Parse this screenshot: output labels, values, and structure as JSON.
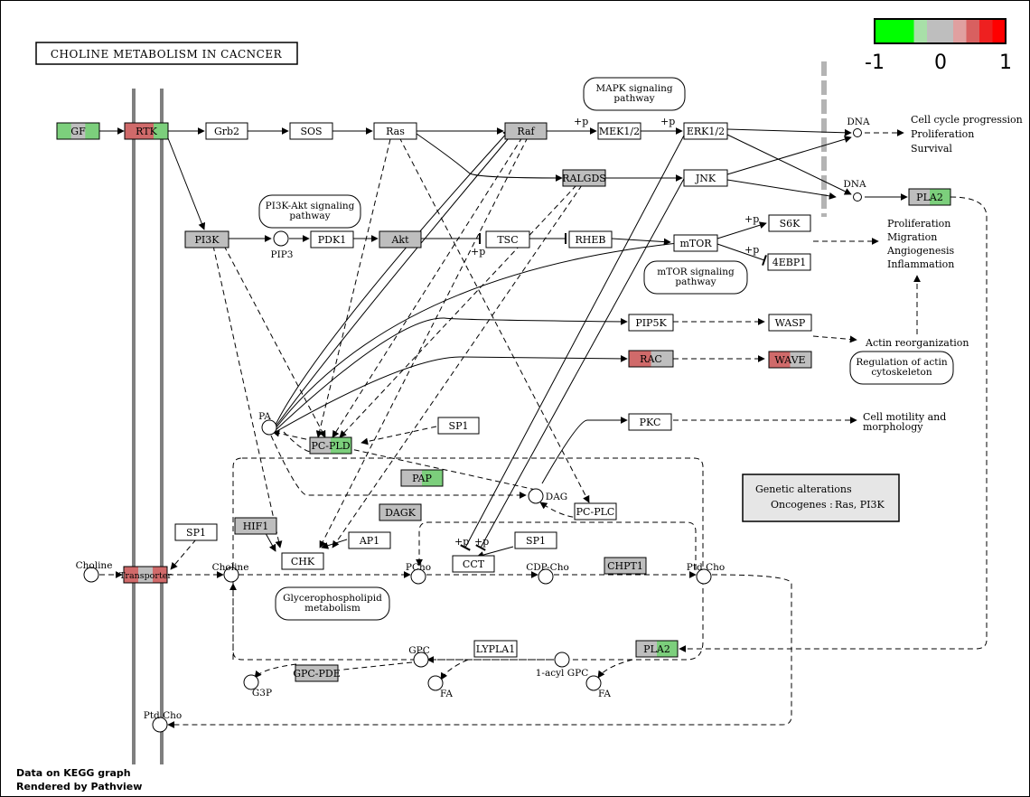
{
  "title": "CHOLINE METABOLISM IN CACNCER",
  "legend": {
    "labels": [
      "-1",
      "0",
      "1"
    ],
    "colors": [
      "#00ff00",
      "#00ff00",
      "#00ff00",
      "#a8e0a8",
      "#bebebe",
      "#bebebe",
      "#e0a0a0",
      "#d86060",
      "#ee2020",
      "#ff0000"
    ]
  },
  "colors": {
    "gray": "#bebebe",
    "green": "#7ccf7c",
    "red": "#d06a6a",
    "border": "#000000",
    "membrane": "#7f7f7f",
    "divider": "#b4b4b4"
  },
  "genes": {
    "gf": "GF",
    "rtk": "RTK",
    "grb2": "Grb2",
    "sos": "SOS",
    "ras": "Ras",
    "raf": "Raf",
    "mek": "MEK1/2",
    "erk": "ERK1/2",
    "ralgds": "RALGDS",
    "jnk": "JNK",
    "pla2_top": "PLA2",
    "pi3k": "PI3K",
    "pdk1": "PDK1",
    "akt": "Akt",
    "tsc": "TSC",
    "rheb": "RHEB",
    "mtor": "mTOR",
    "s6k": "S6K",
    "ebp1": "4EBP1",
    "pip5k": "PIP5K",
    "wasp": "WASP",
    "rac": "RAC",
    "wave": "WAVE",
    "sp1_a": "SP1",
    "pcpld": "PC-PLD",
    "pkc": "PKC",
    "pap": "PAP",
    "dagk": "DAGK",
    "pcplc": "PC-PLC",
    "sp1_b": "SP1",
    "hif1": "HIF1",
    "ap1": "AP1",
    "chk": "CHK",
    "sp1_c": "SP1",
    "cct": "CCT",
    "chpt1": "CHPT1",
    "transporter": "Transporter",
    "lypla1": "LYPLA1",
    "pla2_bottom": "PLA2",
    "gpcpde": "GPC-PDE"
  },
  "compounds": {
    "pip3": "PIP3",
    "dna1": "DNA",
    "dna2": "DNA",
    "pa": "PA",
    "dag": "DAG",
    "choline_out": "Choline",
    "choline_in": "Choline",
    "pcho": "PCho",
    "cdpcho": "CDP-Cho",
    "ptdcho": "Ptd Cho",
    "gpc": "GPC",
    "acylgpc": "1-acyl GPC",
    "g3p": "G3P",
    "fa1": "FA",
    "fa2": "FA",
    "ptdcho2": "Ptd Cho"
  },
  "pathways": {
    "mapk": [
      "MAPK signaling",
      "pathway"
    ],
    "pi3k": [
      "PI3K-Akt signaling",
      "pathway"
    ],
    "mtor": [
      "mTOR signaling",
      "pathway"
    ],
    "actin": [
      "Regulation of actin",
      "cytoskeleton"
    ],
    "glycero": [
      "Glycerophospholipid",
      "metabolism"
    ]
  },
  "outcomes": {
    "cell_cycle": [
      "Cell cycle progression",
      "Proliferation",
      "Survival"
    ],
    "prolif": [
      "Proliferation",
      "Migration",
      "Angiogenesis",
      "Inflammation"
    ],
    "actin_reorg": "Actin reorganization",
    "motility": [
      "Cell motility and",
      "morphology"
    ]
  },
  "phospho": "+p",
  "genetic_box": {
    "title": "Genetic alterations",
    "label": "Oncogenes :",
    "value": "Ras, PI3K"
  },
  "footer": [
    "Data on KEGG graph",
    "Rendered by Pathview"
  ]
}
